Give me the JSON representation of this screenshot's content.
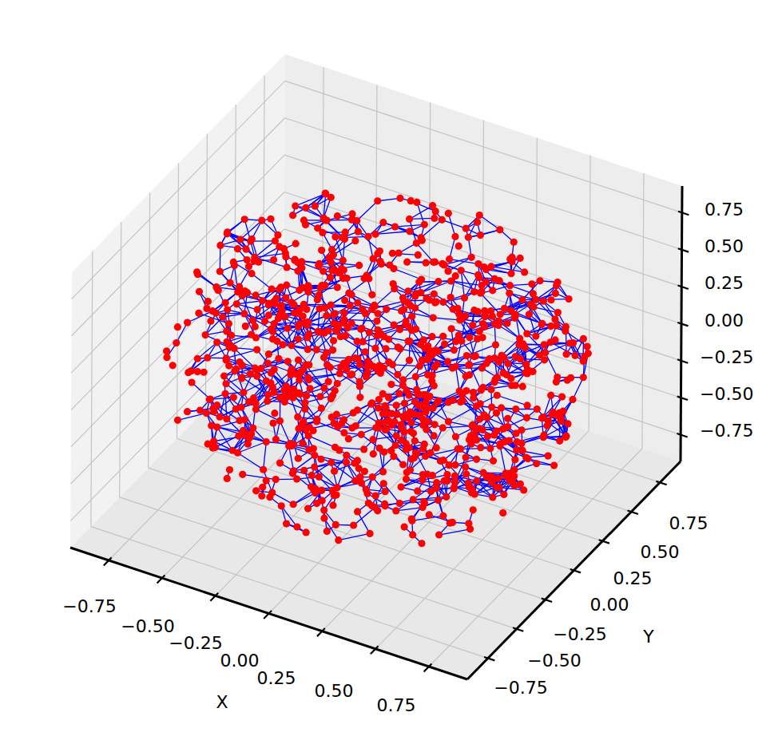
{
  "diagram": {
    "labels": [
      "−0.75",
      "−0.50",
      "−0.25",
      "0.00",
      "0.25",
      "0.50",
      "0.75",
      "X",
      "−0.75",
      "−0.50",
      "−0.25",
      "0.00",
      "0.25",
      "0.50",
      "0.75",
      "Y",
      "−0.75",
      "−0.50",
      "−0.25",
      "0.00",
      "0.25",
      "0.50",
      "0.75"
    ]
  }
}
